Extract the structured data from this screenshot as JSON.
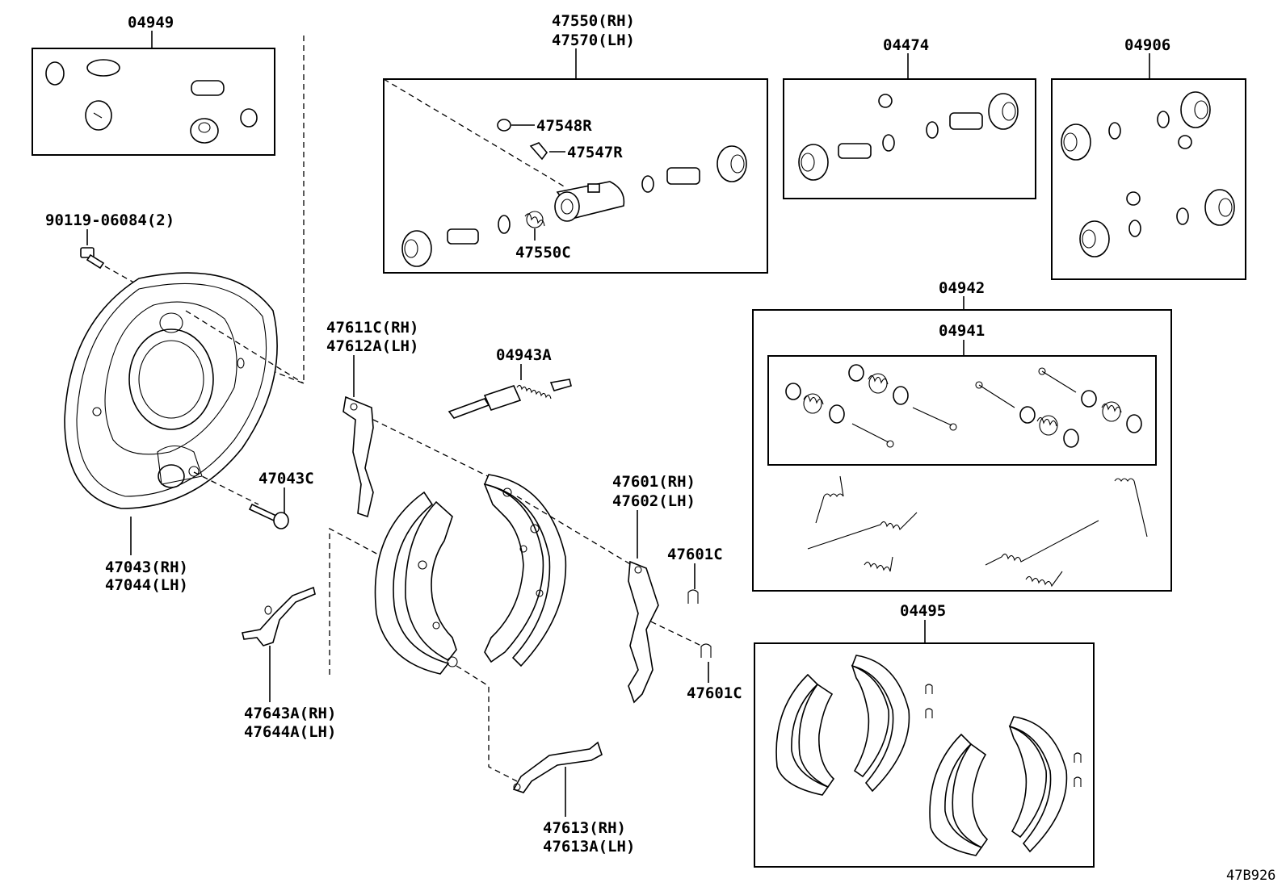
{
  "diagram": {
    "id_code": "47B926",
    "labels": {
      "p04949": "04949",
      "p47550": "47550(RH)",
      "p47570": "47570(LH)",
      "p47548R": "47548R",
      "p47547R": "47547R",
      "p47550C": "47550C",
      "p04474": "04474",
      "p04906": "04906",
      "p90119": "90119-06084(2)",
      "p04942": "04942",
      "p04941": "04941",
      "p47611C": "47611C(RH)",
      "p47612A": "47612A(LH)",
      "p04943A": "04943A",
      "p47043C": "47043C",
      "p47043": "47043(RH)",
      "p47044": "47044(LH)",
      "p47601": "47601(RH)",
      "p47602": "47602(LH)",
      "p47601C_a": "47601C",
      "p47601C_b": "47601C",
      "p04495": "04495",
      "p47643A": "47643A(RH)",
      "p47644A": "47644A(LH)",
      "p47613": "47613(RH)",
      "p47613A": "47613A(LH)"
    }
  }
}
